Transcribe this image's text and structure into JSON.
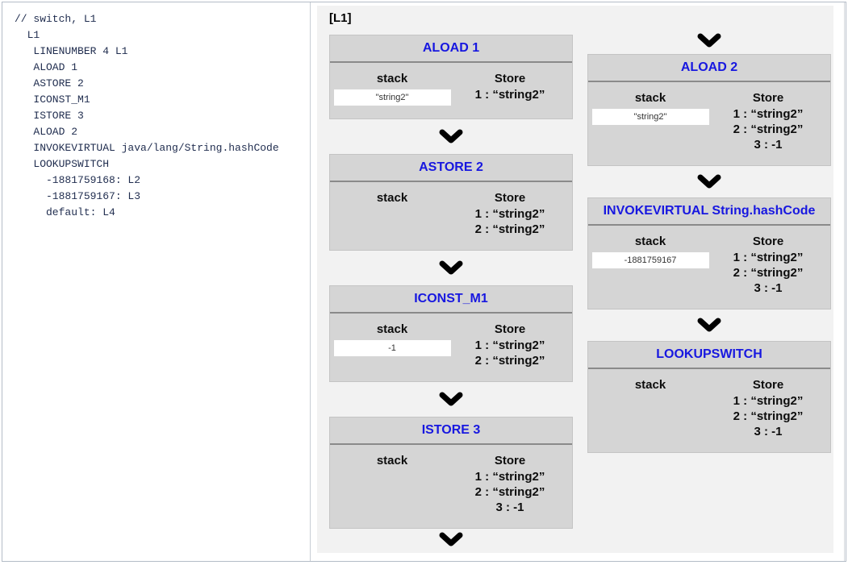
{
  "source_panel": {
    "code_lines": [
      "// switch, L1",
      "  L1",
      "   LINENUMBER 4 L1",
      "   ALOAD 1",
      "   ASTORE 2",
      "   ICONST_M1",
      "   ISTORE 3",
      "   ALOAD 2",
      "   INVOKEVIRTUAL java/lang/String.hashCode",
      "   LOOKUPSWITCH",
      "     -1881759168: L2",
      "     -1881759167: L3",
      "     default: L4"
    ]
  },
  "diagram_panel": {
    "block_label": "[L1]",
    "stack_header": "stack",
    "store_header": "Store",
    "colors": {
      "title_blue": "#1717e0",
      "card_bg": "#d5d5d5",
      "panel_bg": "#f2f2f2",
      "header_rule": "#8a8a8a"
    },
    "columns": [
      {
        "leading_arrow": false,
        "trailing_arrow": true,
        "cards": [
          {
            "title": "ALOAD 1",
            "stack_value": "\"string2\"",
            "store": [
              "1 : “string2”"
            ]
          },
          {
            "title": "ASTORE 2",
            "stack_value": null,
            "store": [
              "1 : “string2”",
              "2 : “string2”"
            ]
          },
          {
            "title": "ICONST_M1",
            "stack_value": "-1",
            "store": [
              "1 : “string2”",
              "2 : “string2”"
            ]
          },
          {
            "title": "ISTORE 3",
            "stack_value": null,
            "store": [
              "1 : “string2”",
              "2 : “string2”",
              "3 : -1"
            ]
          }
        ]
      },
      {
        "leading_arrow": true,
        "trailing_arrow": false,
        "cards": [
          {
            "title": "ALOAD 2",
            "stack_value": "\"string2\"",
            "store": [
              "1 : “string2”",
              "2 : “string2”",
              "3 : -1"
            ]
          },
          {
            "title": "INVOKEVIRTUAL String.hashCode",
            "stack_value": "-1881759167",
            "store": [
              "1 : “string2”",
              "2 : “string2”",
              "3 : -1"
            ]
          },
          {
            "title": "LOOKUPSWITCH",
            "stack_value": null,
            "store": [
              "1 : “string2”",
              "2 : “string2”",
              "3 : -1"
            ]
          }
        ]
      }
    ]
  }
}
